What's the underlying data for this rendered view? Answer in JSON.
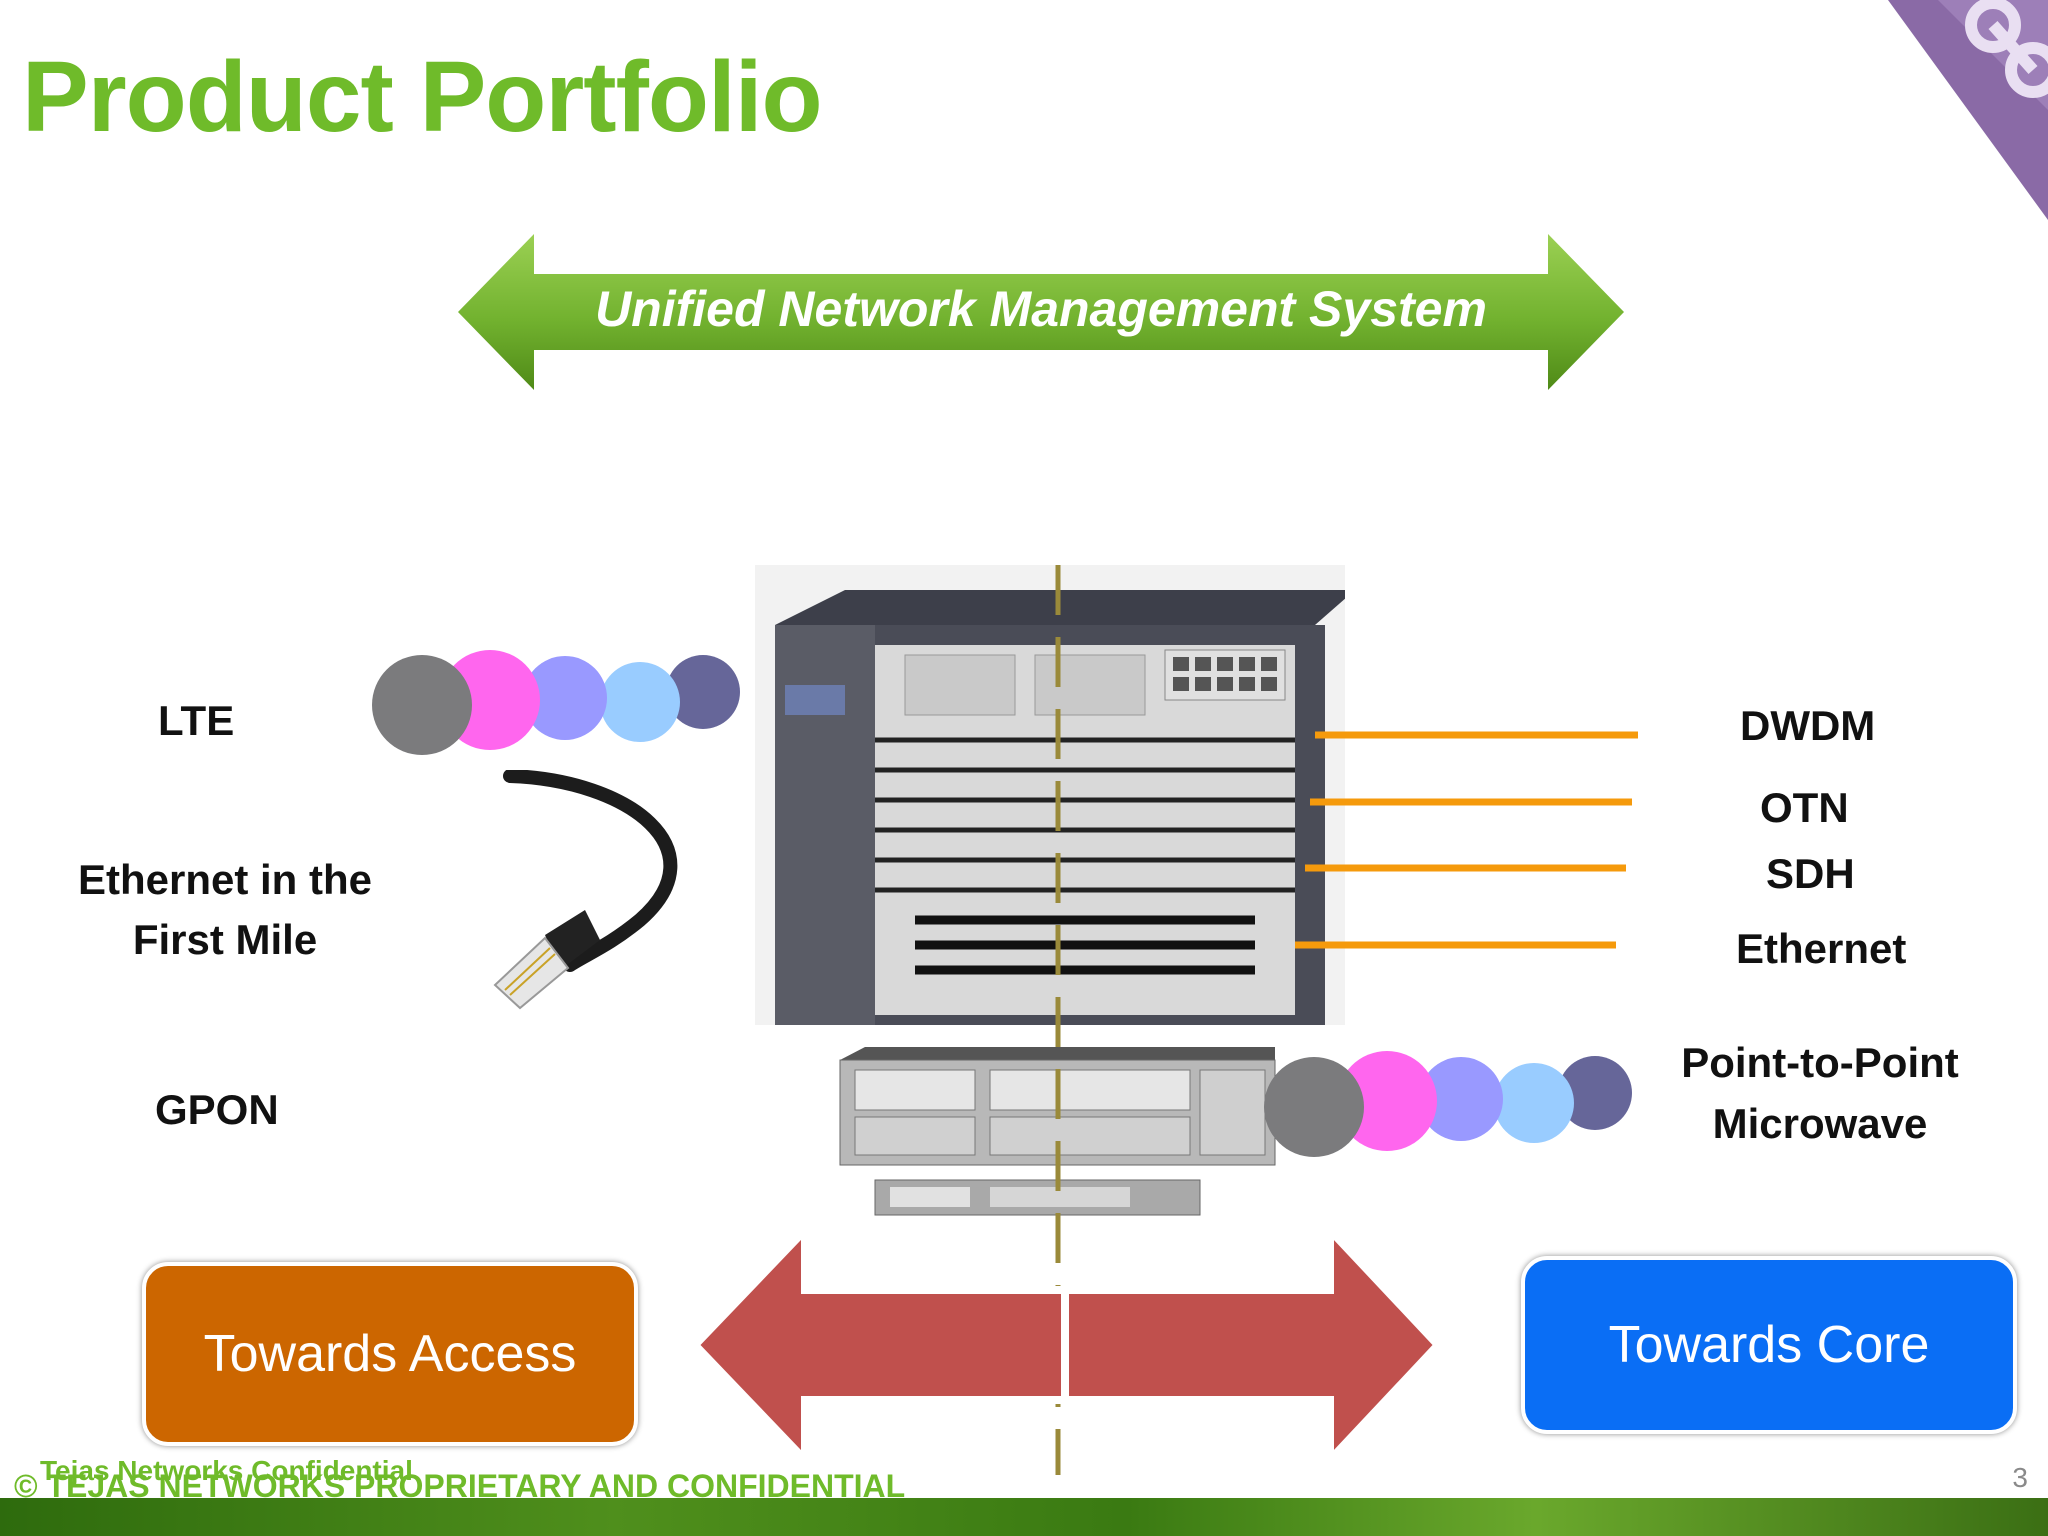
{
  "slide": {
    "title": "Product Portfolio",
    "banner": "Unified Network Management System",
    "left_labels": {
      "lte": "LTE",
      "ethernet_line1": "Ethernet in the",
      "ethernet_line2": "First Mile",
      "gpon": "GPON"
    },
    "right_labels": {
      "dwdm": "DWDM",
      "otn": "OTN",
      "sdh": "SDH",
      "ethernet": "Ethernet",
      "p2p_line1": "Point-to-Point",
      "p2p_line2": "Microwave"
    },
    "boxes": {
      "access": "Towards Access",
      "core": "Towards Core"
    },
    "footer": {
      "confidential": "Tejas Networks Confidential",
      "proprietary": "© TEJAS  NETWORKS PROPRIETARY AND CONFIDENTIAL",
      "page_number": "3"
    },
    "colors": {
      "title_green": "#6fbb2a",
      "access_orange": "#cc6600",
      "core_blue": "#0a6ef5",
      "arrow_red": "#c0504d",
      "line_orange": "#f59a0c",
      "dot_colors": [
        "#7b7b7d",
        "#ff66ee",
        "#9999ff",
        "#99ccff",
        "#666699"
      ]
    },
    "icons": [
      "ethernet-cable-icon",
      "network-chassis-image",
      "corner-logo-icon"
    ]
  }
}
